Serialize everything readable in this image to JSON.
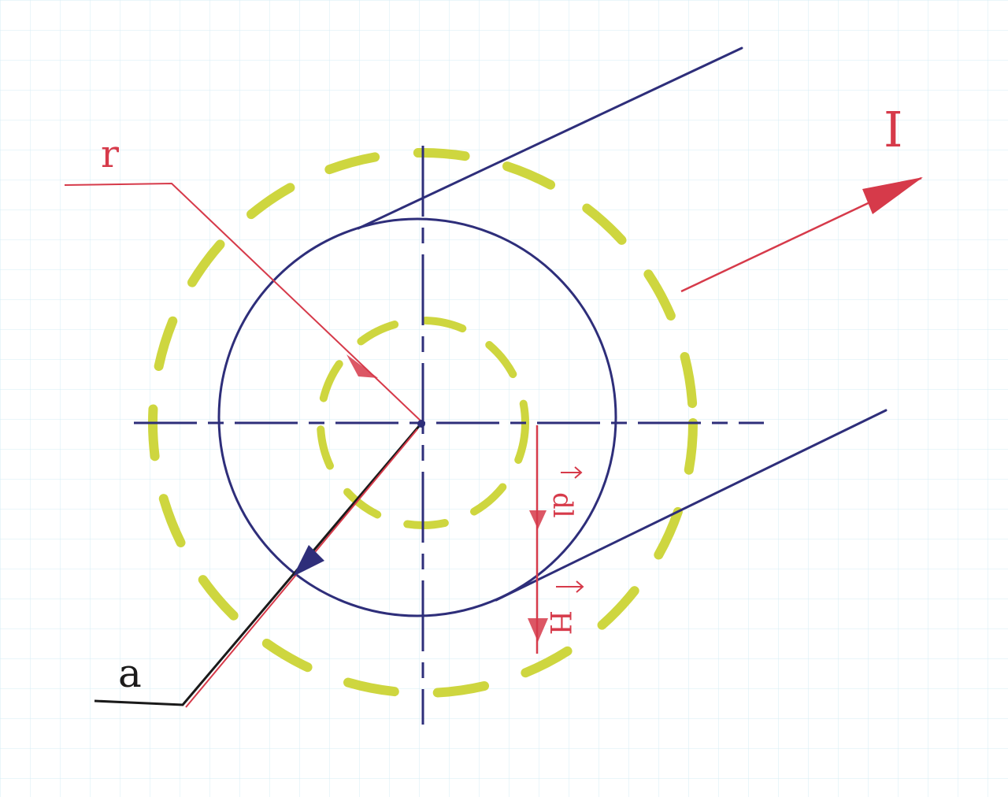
{
  "labels": {
    "radius": "r",
    "current": "I",
    "dl_vector": "dl",
    "h_vector": "H",
    "wire_radius": "a"
  },
  "colors": {
    "paper": "#ffffff",
    "grid": "#cfe8f2",
    "ink_blue": "#2e2e7a",
    "ink_red": "#d63a4a",
    "highlighter": "#c9d12a",
    "ink_black": "#1a1a1a"
  }
}
